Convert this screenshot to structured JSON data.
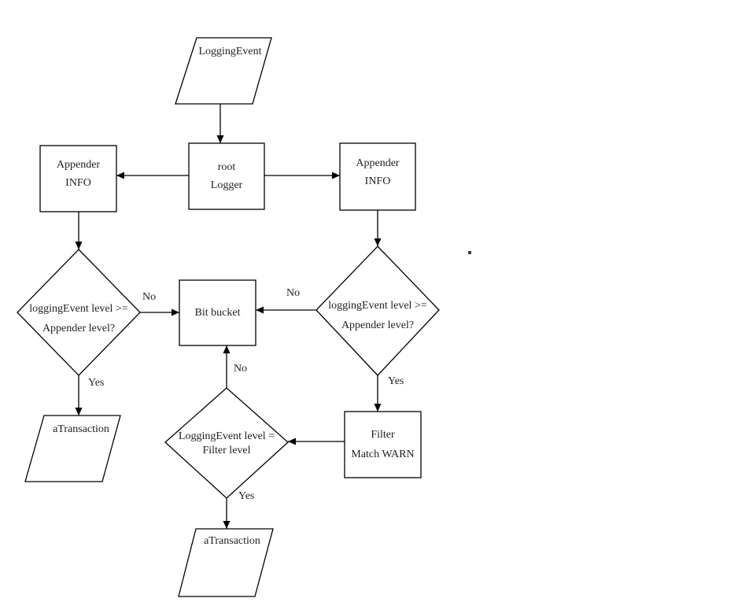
{
  "diagram": {
    "background_color": "#ffffff",
    "line_color": "#000000",
    "text_color": "#1f1f1f",
    "nodes": {
      "logging_event": {
        "shape": "parallelogram",
        "lines": [
          "LoggingEvent"
        ]
      },
      "root_logger": {
        "shape": "rect",
        "lines": [
          "root",
          "Logger"
        ]
      },
      "appender_left": {
        "shape": "rect",
        "lines": [
          "Appender",
          "INFO"
        ]
      },
      "appender_right": {
        "shape": "rect",
        "lines": [
          "Appender",
          "INFO"
        ]
      },
      "decision_left": {
        "shape": "diamond",
        "lines": [
          "loggingEvent level >=",
          "Appender level?"
        ]
      },
      "decision_right": {
        "shape": "diamond",
        "lines": [
          "loggingEvent level >=",
          "Appender level?"
        ]
      },
      "bit_bucket": {
        "shape": "rect",
        "lines": [
          "Bit bucket"
        ]
      },
      "filter_match": {
        "shape": "rect",
        "lines": [
          "Filter",
          "Match WARN"
        ]
      },
      "decision_filter": {
        "shape": "diamond",
        "lines": [
          "LoggingEvent level =",
          "Filter level"
        ]
      },
      "transaction_left": {
        "shape": "parallelogram",
        "lines": [
          "aTransaction"
        ]
      },
      "transaction_bottom": {
        "shape": "parallelogram",
        "lines": [
          "aTransaction"
        ]
      }
    },
    "edge_labels": {
      "decision_left_no": "No",
      "decision_left_yes": "Yes",
      "decision_right_no": "No",
      "decision_right_yes": "Yes",
      "decision_filter_no": "No",
      "decision_filter_yes": "Yes"
    }
  }
}
